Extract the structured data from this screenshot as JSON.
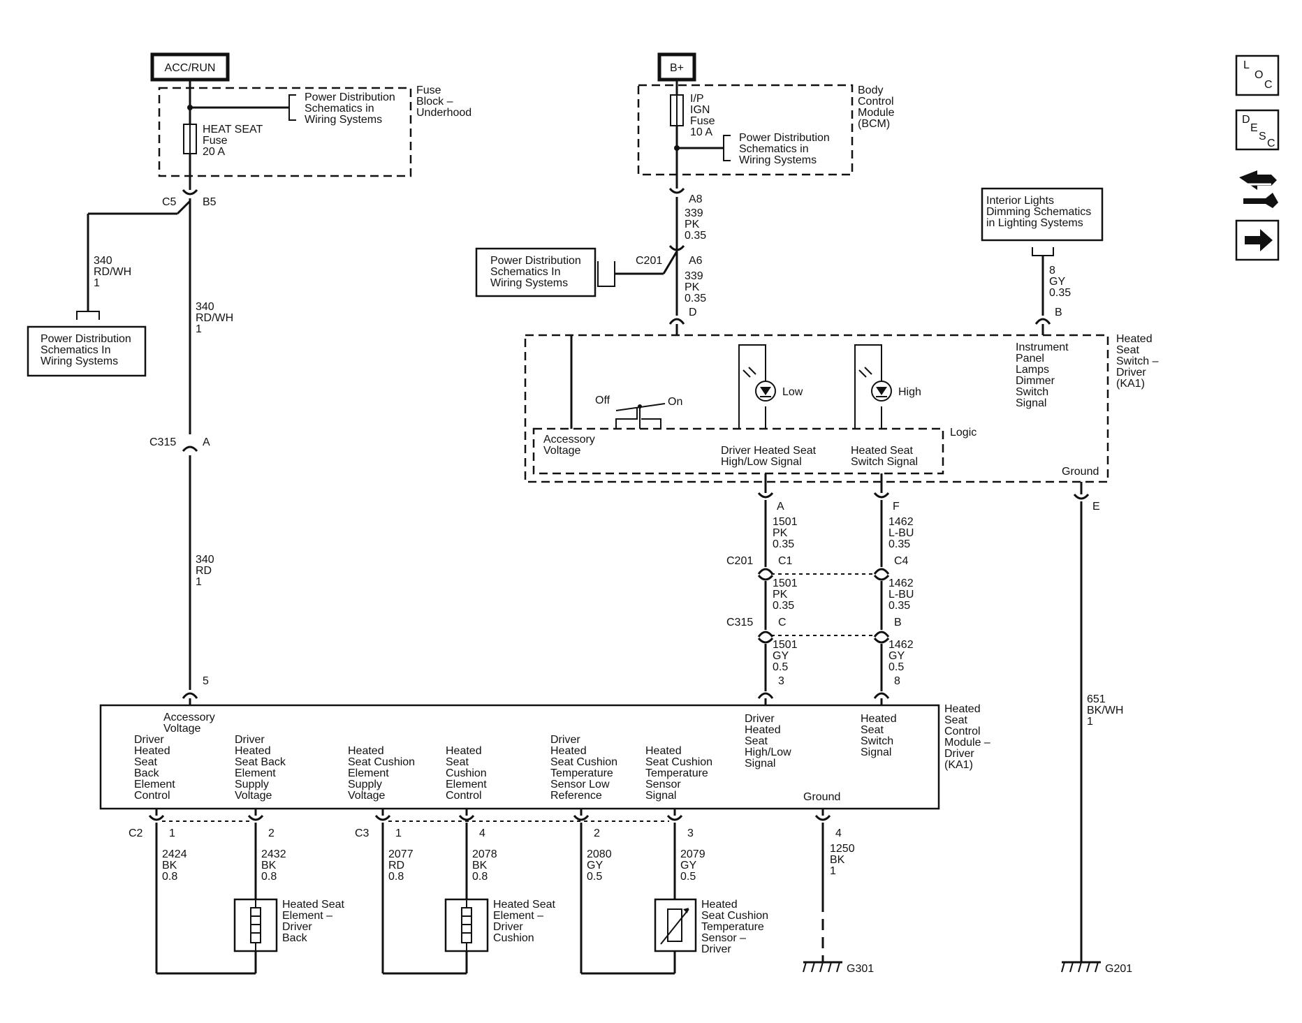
{
  "sources": {
    "acc_run": "ACC/RUN",
    "b_plus": "B+"
  },
  "fuse_block": {
    "title": [
      "Fuse",
      "Block –",
      "Underhood"
    ],
    "fuse": [
      "HEAT SEAT",
      "Fuse",
      "20 A"
    ],
    "ref": [
      "Power Distribution",
      "Schematics in",
      "Wiring Systems"
    ]
  },
  "bcm": {
    "title": [
      "Body",
      "Control",
      "Module",
      "(BCM)"
    ],
    "fuse": [
      "I/P",
      "IGN",
      "Fuse",
      "10 A"
    ],
    "ref": [
      "Power Distribution",
      "Schematics in",
      "Wiring Systems"
    ]
  },
  "ref_left": [
    "Power Distribution",
    "Schematics In",
    "Wiring Systems"
  ],
  "ref_mid": [
    "Power Distribution",
    "Schematics In",
    "Wiring Systems"
  ],
  "ref_dim": [
    "Interior Lights",
    "Dimming Schematics",
    "in Lighting Systems"
  ],
  "connectors": {
    "c5": "C5",
    "b5": "B5",
    "a8": "A8",
    "c201": "C201",
    "a6": "A6",
    "d": "D",
    "b": "B",
    "c315": "C315",
    "a": "A",
    "a2": "A",
    "f": "F",
    "c201b": "C201",
    "c1": "C1",
    "c4": "C4",
    "c315b": "C315",
    "c": "C",
    "b2": "B",
    "pin3": "3",
    "pin8": "8",
    "pin5": "5",
    "e": "E",
    "c2": "C2",
    "p1": "1",
    "p2": "2",
    "c3": "C3",
    "p1b": "1",
    "p4": "4",
    "p2b": "2",
    "p3": "3",
    "p4b": "4"
  },
  "wires": {
    "w340a": [
      "340",
      "RD/WH",
      "1"
    ],
    "w340b": [
      "340",
      "RD/WH",
      "1"
    ],
    "w340c": [
      "340",
      "RD",
      "1"
    ],
    "w339a": [
      "339",
      "PK",
      "0.35"
    ],
    "w339b": [
      "339",
      "PK",
      "0.35"
    ],
    "w8": [
      "8",
      "GY",
      "0.35"
    ],
    "w1501a": [
      "1501",
      "PK",
      "0.35"
    ],
    "w1501b": [
      "1501",
      "PK",
      "0.35"
    ],
    "w1501c": [
      "1501",
      "GY",
      "0.5"
    ],
    "w1462a": [
      "1462",
      "L-BU",
      "0.35"
    ],
    "w1462b": [
      "1462",
      "L-BU",
      "0.35"
    ],
    "w1462c": [
      "1462",
      "GY",
      "0.5"
    ],
    "w651": [
      "651",
      "BK/WH",
      "1"
    ],
    "w2424": [
      "2424",
      "BK",
      "0.8"
    ],
    "w2432": [
      "2432",
      "BK",
      "0.8"
    ],
    "w2077": [
      "2077",
      "RD",
      "0.8"
    ],
    "w2078": [
      "2078",
      "BK",
      "0.8"
    ],
    "w2080": [
      "2080",
      "GY",
      "0.5"
    ],
    "w2079": [
      "2079",
      "GY",
      "0.5"
    ],
    "w1250": [
      "1250",
      "BK",
      "1"
    ]
  },
  "switch": {
    "title": [
      "Heated",
      "Seat",
      "Switch –",
      "Driver",
      "(KA1)"
    ],
    "off": "Off",
    "on": "On",
    "low": "Low",
    "high": "High",
    "dimmer": [
      "Instrument",
      "Panel",
      "Lamps",
      "Dimmer",
      "Switch",
      "Signal"
    ],
    "logic": "Logic",
    "acc_voltage": [
      "Accessory",
      "Voltage"
    ],
    "hl_signal": [
      "Driver Heated Seat",
      "High/Low Signal"
    ],
    "sw_signal": [
      "Heated Seat",
      "Switch Signal"
    ],
    "ground": "Ground"
  },
  "module": {
    "title": [
      "Heated",
      "Seat",
      "Control",
      "Module –",
      "Driver",
      "(KA1)"
    ],
    "acc_voltage": [
      "Accessory",
      "Voltage"
    ],
    "back_control": [
      "Driver",
      "Heated",
      "Seat",
      "Back",
      "Element",
      "Control"
    ],
    "back_supply": [
      "Driver",
      "Heated",
      "Seat Back",
      "Element",
      "Supply",
      "Voltage"
    ],
    "cushion_supply": [
      "Heated",
      "Seat Cushion",
      "Element",
      "Supply",
      "Voltage"
    ],
    "cushion_control": [
      "Heated",
      "Seat",
      "Cushion",
      "Element",
      "Control"
    ],
    "temp_low": [
      "Driver",
      "Heated",
      "Seat Cushion",
      "Temperature",
      "Sensor Low",
      "Reference"
    ],
    "temp_signal": [
      "Heated",
      "Seat Cushion",
      "Temperature",
      "Sensor",
      "Signal"
    ],
    "hl_signal": [
      "Driver",
      "Heated",
      "Seat",
      "High/Low",
      "Signal"
    ],
    "sw_signal": [
      "Heated",
      "Seat",
      "Switch",
      "Signal"
    ],
    "ground": "Ground"
  },
  "components": {
    "back": [
      "Heated Seat",
      "Element –",
      "Driver",
      "Back"
    ],
    "cushion": [
      "Heated Seat",
      "Element –",
      "Driver",
      "Cushion"
    ],
    "sensor": [
      "Heated",
      "Seat Cushion",
      "Temperature",
      "Sensor –",
      "Driver"
    ]
  },
  "grounds": {
    "g301": "G301",
    "g201": "G201"
  },
  "nav": {
    "loc": [
      "L",
      "O",
      "C"
    ],
    "desc": [
      "D",
      "E",
      "S",
      "C"
    ]
  }
}
